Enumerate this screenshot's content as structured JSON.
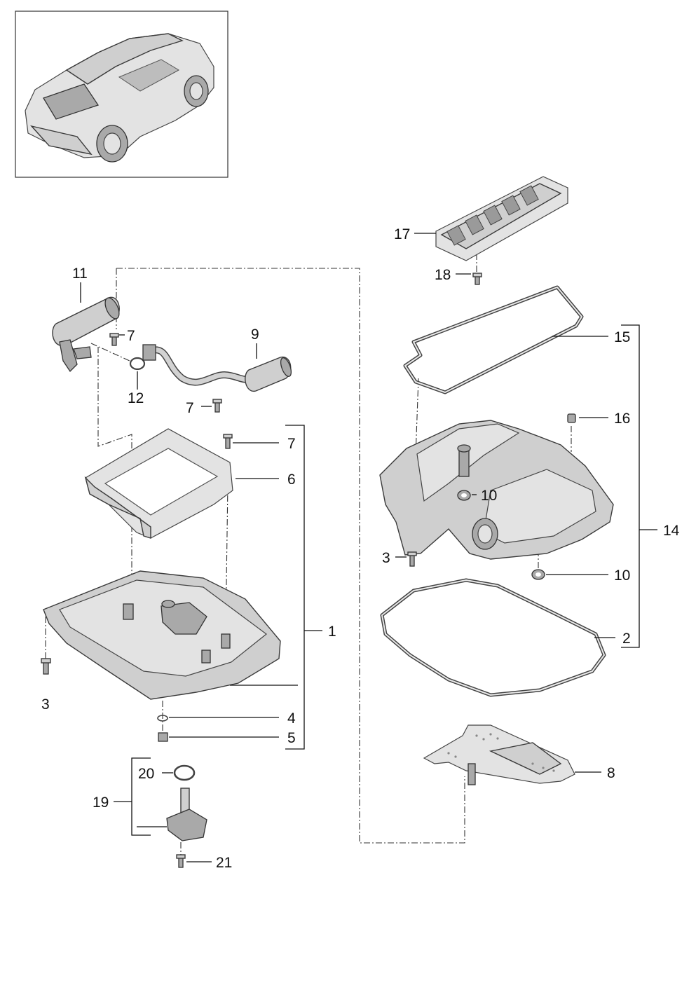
{
  "callouts": {
    "c1": "1",
    "c2": "2",
    "c3a": "3",
    "c3b": "3",
    "c4": "4",
    "c5": "5",
    "c6": "6",
    "c7a": "7",
    "c7b": "7",
    "c7c": "7",
    "c8": "8",
    "c9": "9",
    "c10a": "10",
    "c10b": "10",
    "c11": "11",
    "c12": "12",
    "c14": "14",
    "c15": "15",
    "c16": "16",
    "c17": "17",
    "c18": "18",
    "c19": "19",
    "c20": "20",
    "c21": "21"
  },
  "colors": {
    "part_fill": "#cfcfcf",
    "line": "#111111",
    "frame": "#333333"
  },
  "icons": {
    "thumbnail": "car-rear-three-quarter-icon"
  }
}
